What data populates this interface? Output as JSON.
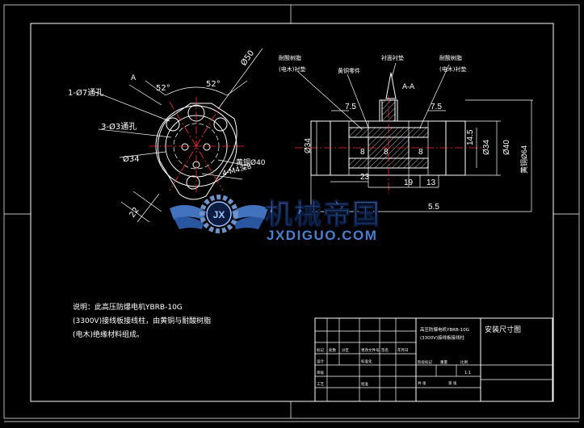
{
  "top_view": {
    "thru_hole": "1-Ø7通孔",
    "tap_holes": "3-Ø3通孔",
    "dia34": "Ø34",
    "dia50": "Ø50",
    "bolt_circle": "黄铜Ø40",
    "m4": "4-M4深8",
    "ang1": "52°",
    "ang2": "52°",
    "dim22": "22",
    "mark_a": "A"
  },
  "section": {
    "title": "A-A",
    "label_insulation_left": "耐酸树脂",
    "label_insulation_left2": "(电木)衬垫",
    "label_brass": "黄铜零件",
    "label_lining": "衬面衬垫",
    "label_insulation_right": "耐酸树脂",
    "label_insulation_right2": "(电木)衬垫",
    "d7_5_left": "7.5",
    "d7_5_right": "7.5",
    "d34_left": "Ø34",
    "d34_right": "Ø34",
    "d40": "Ø40",
    "d64": "黄铜Ø64",
    "d14_5": "14.5",
    "d8_a": "8",
    "d8_b": "8",
    "d8_c": "8",
    "d23": "23",
    "d19": "19",
    "d13": "13",
    "d5_5": "5.5"
  },
  "watermark": {
    "brand_cn": "机械帝国",
    "brand_en": "JXDIGUO.COM",
    "badge": "JX"
  },
  "note": {
    "line1": "说明：此高压防爆电机YBRB-10G",
    "line2": "(3300V)接线板接线柱，由黄铜与耐酸树脂",
    "line3": "(电木)绝缘材料组成。"
  },
  "title_block": {
    "desc_line1": "高压防爆电机YBRB-10G",
    "desc_line2": "(3300V)接线板接线柱",
    "drawing_name": "安装尺寸图",
    "cells": [
      "标记",
      "处数",
      "分区",
      "更改文件号",
      "签名",
      "年月日",
      "设计",
      "标准化",
      "审核",
      "工艺",
      "批准",
      "阶段标记",
      "重量",
      "比例",
      "共 张",
      "第 张",
      "1:1"
    ]
  },
  "colors": {
    "background": "#000000",
    "lines": "#ffffff",
    "centerline": "#ff3030",
    "watermark_blue": "#4a7fd0",
    "watermark_dark": "#1e3a7a"
  }
}
